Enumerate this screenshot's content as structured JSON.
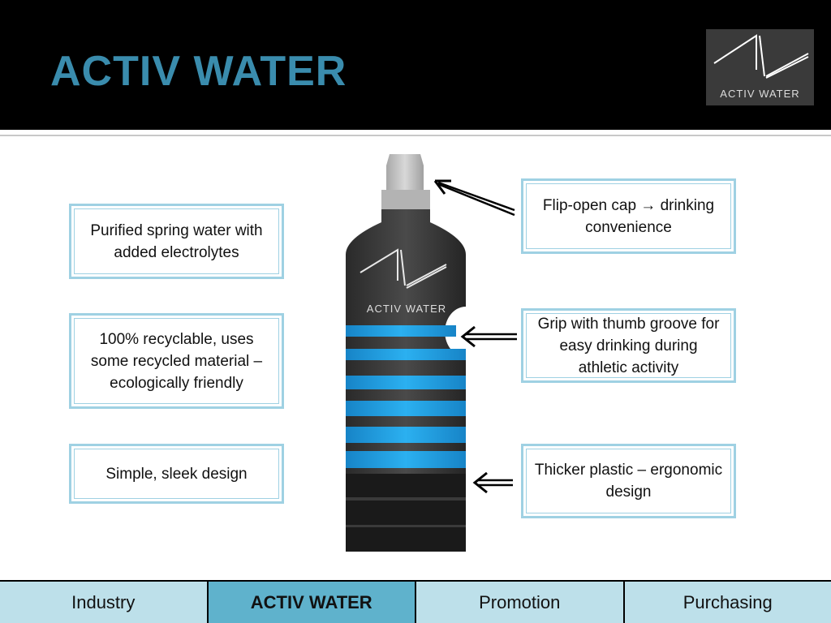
{
  "header": {
    "title": "ACTIV WATER",
    "logo_text": "ACTIV WATER"
  },
  "bottle": {
    "logo_text": "ACTIV WATER"
  },
  "left_features": [
    {
      "text": "Purified spring water with added electrolytes"
    },
    {
      "text": "100% recyclable, uses some recycled material – ecologically friendly"
    },
    {
      "text": "Simple, sleek design"
    }
  ],
  "right_features": [
    {
      "text": "Flip-open cap → drinking convenience"
    },
    {
      "text": "Grip with thumb groove for easy drinking during athletic activity"
    },
    {
      "text": "Thicker plastic – ergonomic design"
    }
  ],
  "nav": {
    "items": [
      {
        "label": "Industry"
      },
      {
        "label": "ACTIV WATER"
      },
      {
        "label": "Promotion"
      },
      {
        "label": "Purchasing"
      }
    ],
    "active_index": 1
  },
  "colors": {
    "title": "#3a8cad",
    "callout_border": "#9fd1e3",
    "nav_bg": "#bde0ea",
    "nav_active_bg": "#5fb2cc",
    "bottle_stripe": "#1b9be0"
  }
}
